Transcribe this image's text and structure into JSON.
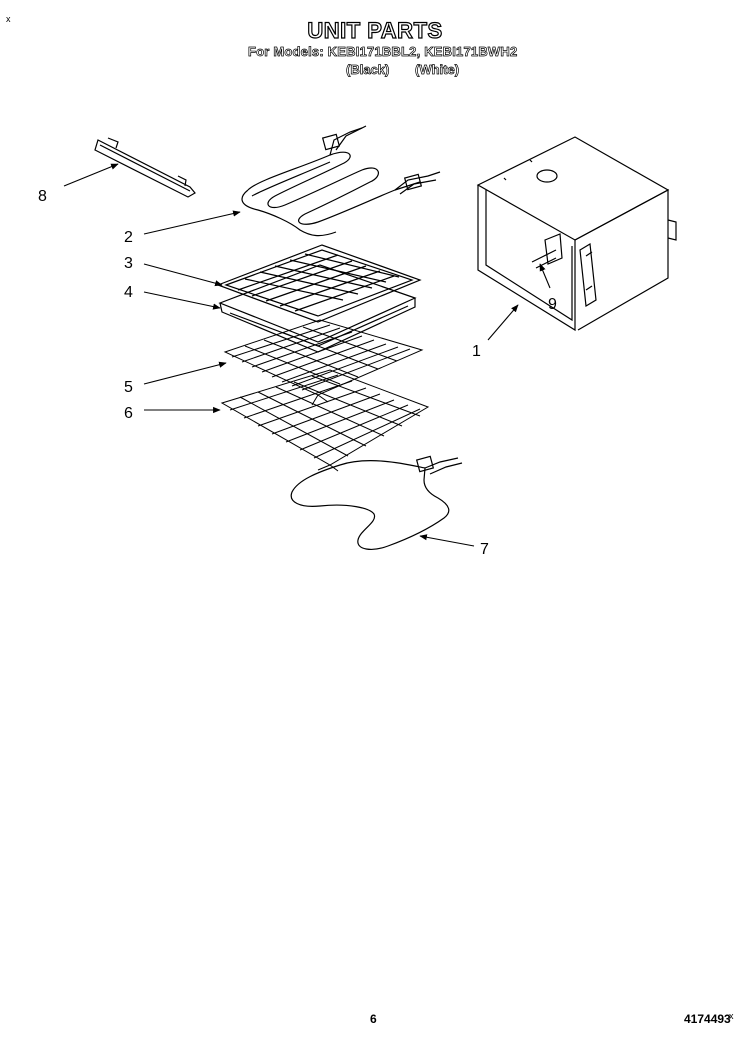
{
  "header": {
    "title": "UNIT PARTS",
    "models_line": "For Models: KEBI171BBL2, KEBI171BWH2",
    "variant_black": "(Black)",
    "variant_white": "(White)"
  },
  "marks": {
    "top_left": "x",
    "bottom_right": "x"
  },
  "callouts": {
    "c1": "1",
    "c2": "2",
    "c3": "3",
    "c4": "4",
    "c5": "5",
    "c6": "6",
    "c7": "7",
    "c8": "8",
    "c9": "9"
  },
  "footer": {
    "page_number": "6",
    "doc_number": "4174493"
  }
}
